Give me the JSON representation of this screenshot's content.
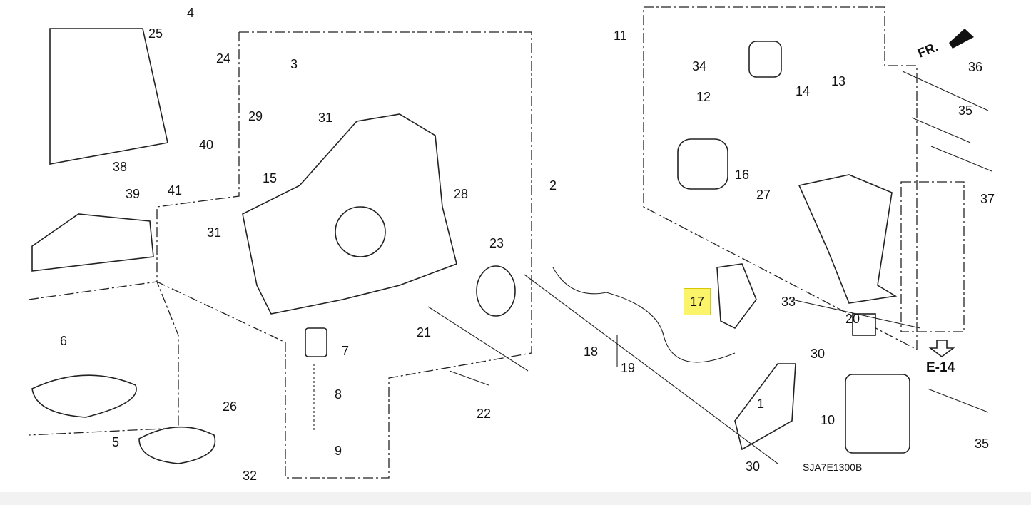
{
  "diagram": {
    "callouts": [
      "4",
      "25",
      "24",
      "40",
      "41",
      "15",
      "29",
      "3",
      "31",
      "31",
      "38",
      "39",
      "2",
      "28",
      "23",
      "21",
      "6",
      "7",
      "8",
      "26",
      "9",
      "5",
      "32",
      "22",
      "11",
      "34",
      "13",
      "14",
      "12",
      "16",
      "27",
      "36",
      "35",
      "37",
      "17",
      "33",
      "20",
      "30",
      "18",
      "19",
      "1",
      "10",
      "35",
      "30"
    ],
    "highlighted_callout": "17",
    "direction_label": "FR.",
    "reference_label": "E-14",
    "diagram_code": "SJA7E1300B",
    "highlight_color": "#fbf36a"
  }
}
